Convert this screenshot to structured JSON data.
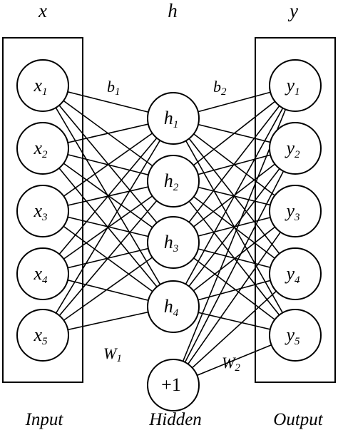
{
  "headers": {
    "input": "x",
    "hidden": "h",
    "output": "y"
  },
  "footers": {
    "input": "Input",
    "hidden": "Hidden",
    "output": "Output"
  },
  "input_nodes": [
    {
      "base": "x",
      "sub": "1"
    },
    {
      "base": "x",
      "sub": "2"
    },
    {
      "base": "x",
      "sub": "3"
    },
    {
      "base": "x",
      "sub": "4"
    },
    {
      "base": "x",
      "sub": "5"
    }
  ],
  "hidden_nodes": [
    {
      "base": "h",
      "sub": "1"
    },
    {
      "base": "h",
      "sub": "2"
    },
    {
      "base": "h",
      "sub": "3"
    },
    {
      "base": "h",
      "sub": "4"
    }
  ],
  "bias_node": {
    "label": "+1"
  },
  "output_nodes": [
    {
      "base": "y",
      "sub": "1"
    },
    {
      "base": "y",
      "sub": "2"
    },
    {
      "base": "y",
      "sub": "3"
    },
    {
      "base": "y",
      "sub": "4"
    },
    {
      "base": "y",
      "sub": "5"
    }
  ],
  "labels": {
    "b1": {
      "base": "b",
      "sub": "1"
    },
    "b2": {
      "base": "b",
      "sub": "2"
    },
    "w1": {
      "base": "W",
      "sub": "1"
    },
    "w2": {
      "base": "W",
      "sub": "2"
    }
  },
  "colors": {
    "stroke": "#000000",
    "background": "#ffffff"
  }
}
